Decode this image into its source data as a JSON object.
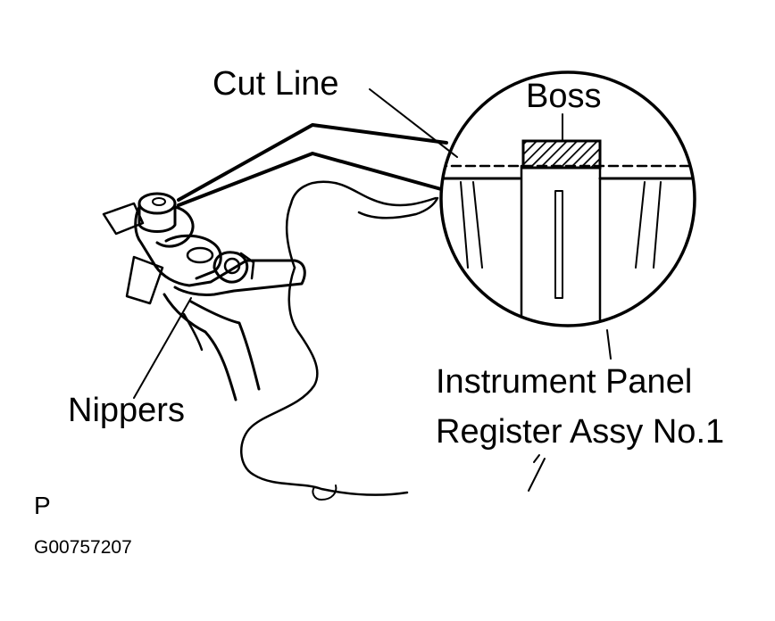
{
  "labels": {
    "cut_line": "Cut Line",
    "boss": "Boss",
    "nippers": "Nippers",
    "part_line1": "Instrument Panel",
    "part_line2": "Register Assy No.1",
    "corner_mark": "P",
    "figure_id": "G00757207"
  },
  "colors": {
    "ink": "#000000",
    "paper": "#ffffff"
  }
}
